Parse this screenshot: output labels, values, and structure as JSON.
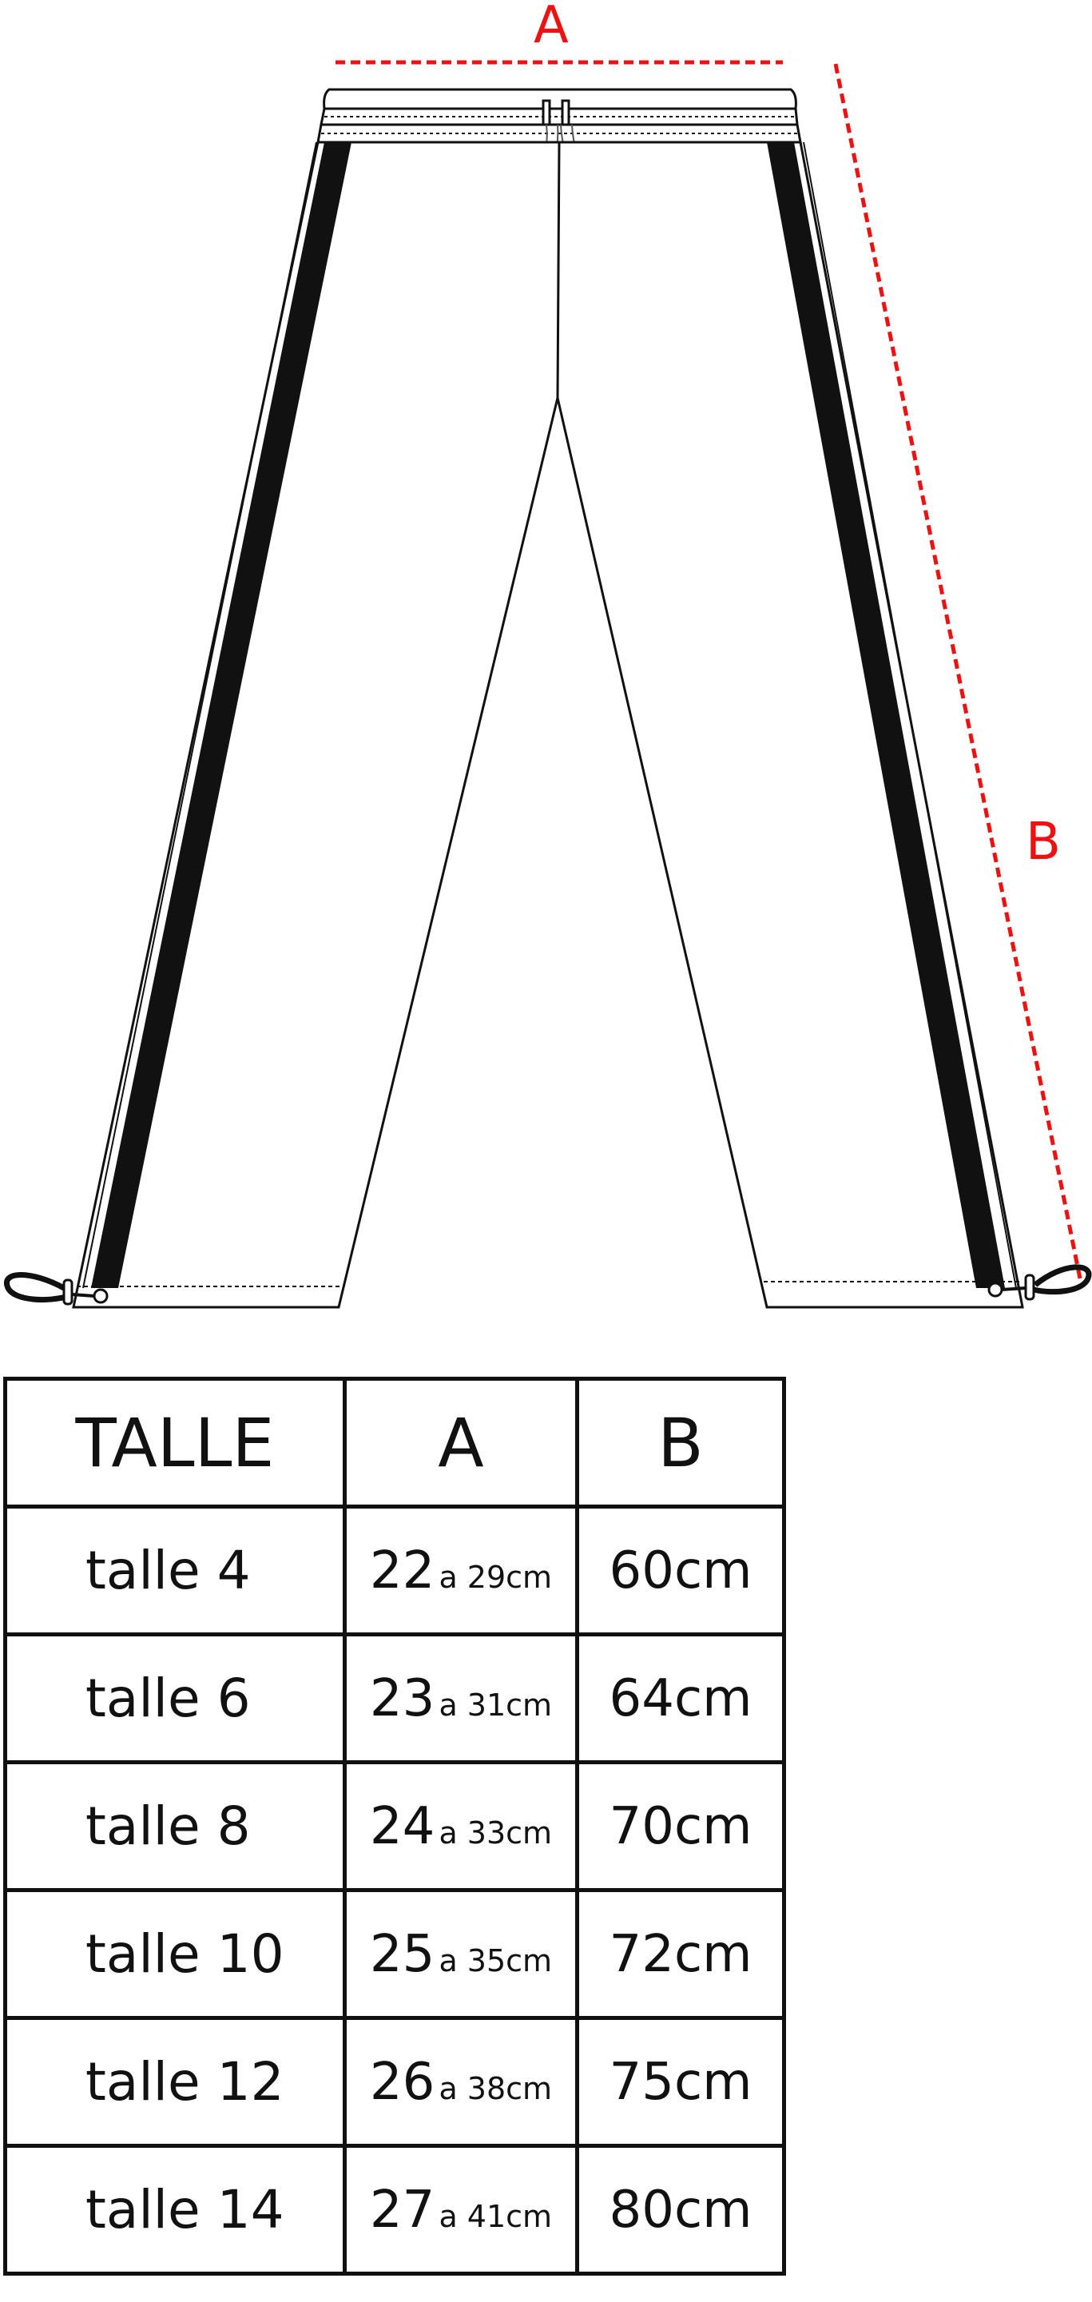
{
  "diagram": {
    "dimension_a_label": "A",
    "dimension_b_label": "B",
    "dimension_color": "#ee1111",
    "garment_stroke_color": "#111111",
    "stripe_color": "#111111"
  },
  "table": {
    "headers": [
      "TALLE",
      "A",
      "B"
    ],
    "rows": [
      {
        "size": "talle 4",
        "a_min": "22",
        "a_max": "a 29cm",
        "b": "60cm"
      },
      {
        "size": "talle 6",
        "a_min": "23",
        "a_max": "a 31cm",
        "b": "64cm"
      },
      {
        "size": "talle 8",
        "a_min": "24",
        "a_max": "a 33cm",
        "b": "70cm"
      },
      {
        "size": "talle 10",
        "a_min": "25",
        "a_max": "a 35cm",
        "b": "72cm"
      },
      {
        "size": "talle 12",
        "a_min": "26",
        "a_max": "a 38cm",
        "b": "75cm"
      },
      {
        "size": "talle 14",
        "a_min": "27",
        "a_max": "a 41cm",
        "b": "80cm"
      }
    ]
  }
}
